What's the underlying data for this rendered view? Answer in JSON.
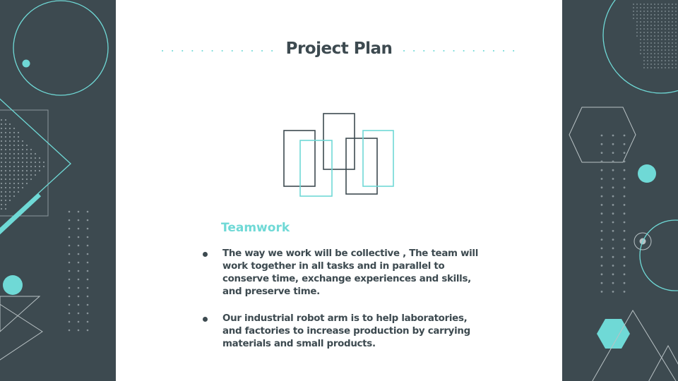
{
  "slide": {
    "title": "Project Plan",
    "subtitle": "Teamwork",
    "bullets": [
      "The way we work will be collective , The team will work together in all tasks and in parallel to conserve time, exchange experiences and skills, and preserve time.",
      "Our industrial robot arm is to help laboratories, and factories to increase production by carrying materials and small products."
    ]
  },
  "icons": {
    "illustration": "overlapping-rectangles-icon"
  },
  "colors": {
    "panel": "#3d4a50",
    "accent": "#6fd9d6",
    "text": "#3d4a50",
    "background": "#ffffff"
  }
}
